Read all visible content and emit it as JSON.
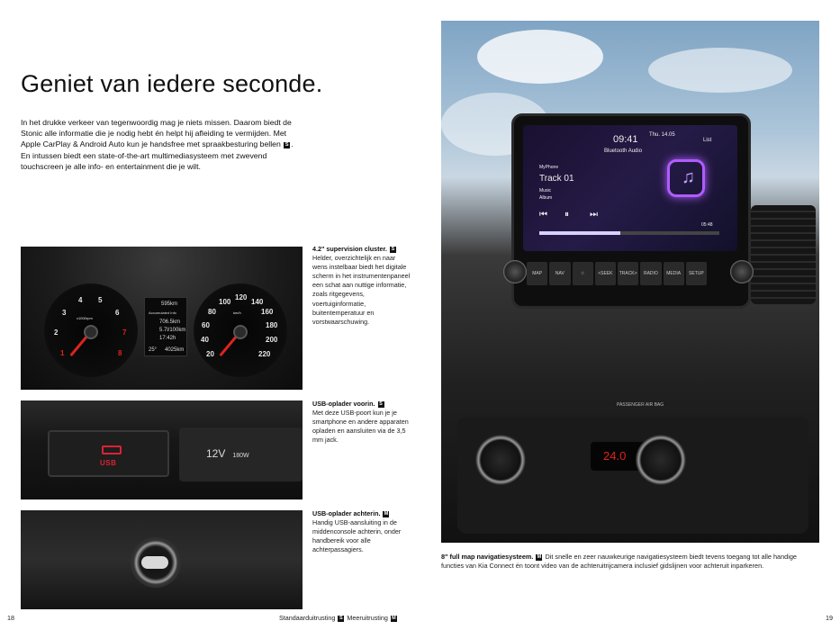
{
  "headline": "Geniet van iedere seconde.",
  "intro": {
    "text_before_badge": "In het drukke verkeer van tegenwoordig mag je niets missen. Daarom biedt de Stonic alle informatie die je nodig hebt én helpt hij afleiding te vermijden. Met Apple CarPlay & Android Auto kun je handsfree met spraakbesturing bellen",
    "badge": "S",
    "text_after_badge": ". En intussen biedt een state-of-the-art multimediasysteem met zwevend touchscreen je alle info- en entertainment die je wilt."
  },
  "captions": {
    "cluster": {
      "title": "4.2\" supervision cluster.",
      "badge": "S",
      "body": "Helder, overzichtelijk en naar wens instelbaar biedt het digitale scherm in het instrumentenpaneel een schat aan nuttige informatie, zoals ritgegevens, voertuiginformatie, buitentemperatuur en vorstwaarschuwing."
    },
    "usb_front": {
      "title": "USB-oplader voorin.",
      "badge": "S",
      "body": "Met deze USB-poort kun je je smartphone en andere apparaten opladen en aansluiten via de 3,5 mm jack."
    },
    "usb_rear": {
      "title": "USB-oplader achterin.",
      "badge": "M",
      "body": "Handig USB-aansluiting in de middenconsole achterin, onder handbereik voor alle achterpassagiers."
    },
    "navigation": {
      "title": "8\" full map navigatiesysteem.",
      "badge": "M",
      "body": "Dit snelle en zeer nauwkeurige navigatiesysteem biedt tevens toegang tot alle handige functies van Kia Connect én toont video van de achteruitrijcamera inclusief gidslijnen voor achteruit inparkeren."
    }
  },
  "footer": {
    "page_left": "18",
    "page_right": "19",
    "standard_label": "Standaarduitrusting",
    "standard_badge": "S",
    "optional_label": "Meeruitrusting",
    "optional_badge": "M"
  },
  "photo_cluster": {
    "rpm_numbers": [
      "1",
      "2",
      "3",
      "4",
      "5",
      "6",
      "7",
      "8"
    ],
    "rpm_unit": "x1000rpm",
    "speed_numbers": [
      "20",
      "40",
      "60",
      "80",
      "100",
      "120",
      "140",
      "160",
      "180",
      "200",
      "220"
    ],
    "speed_unit": "km/h",
    "lcd": [
      "595km",
      "Accumulated Info",
      "706.5km",
      "5.7l/100km",
      "17:42h",
      "25°",
      "4025km"
    ]
  },
  "photo_usb_front": {
    "port_label": "USB",
    "power_label": "12V",
    "power_watt": "180W"
  },
  "photo_usb_rear": {},
  "photo_dash": {
    "time": "09:41",
    "date": "Thu. 14.05",
    "source": "Bluetooth Audio",
    "list": "List",
    "device": "MyPhone",
    "track": "Track 01",
    "music": "Music",
    "album": "Album",
    "elapsed": "",
    "total": "05:48",
    "progress": 0.45,
    "buttons": [
      "MAP",
      "NAV",
      "☆",
      "<SEEK",
      "TRACK>",
      "RADIO",
      "MEDIA",
      "SETUP"
    ],
    "airbag": "PASSENGER AIR BAG",
    "climate_temp": "24.0"
  },
  "colors": {
    "accent_red": "#e0231d",
    "bluetooth_purple": "#b05cff"
  }
}
